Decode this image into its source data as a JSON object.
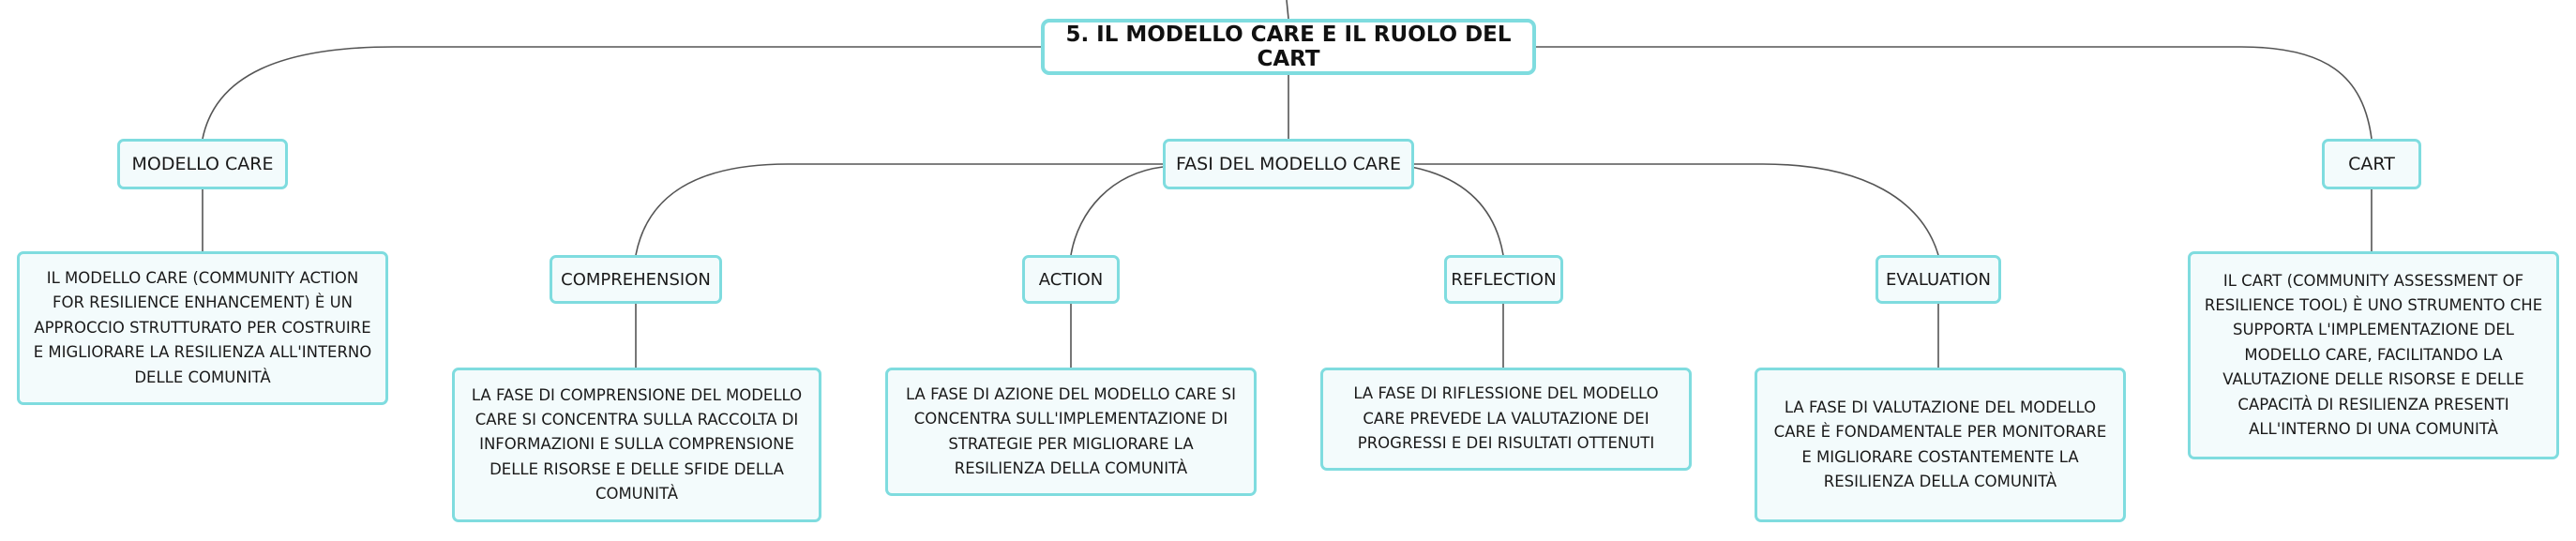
{
  "root": {
    "title": "5. IL MODELLO CARE E IL RUOLO DEL CART"
  },
  "topics": {
    "modello_care": "MODELLO CARE",
    "fasi": "FASI DEL MODELLO CARE",
    "cart": "CART"
  },
  "phases": {
    "comprehension": "COMPREHENSION",
    "action": "ACTION",
    "reflection": "REFLECTION",
    "evaluation": "EVALUATION"
  },
  "notes": {
    "modello_care": "IL MODELLO CARE (COMMUNITY ACTION FOR RESILIENCE ENHANCEMENT) È UN APPROCCIO STRUTTURATO PER COSTRUIRE E MIGLIORARE LA RESILIENZA ALL'INTERNO DELLE COMUNITÀ",
    "comprehension": "LA FASE DI COMPRENSIONE DEL MODELLO CARE SI CONCENTRA SULLA RACCOLTA DI INFORMAZIONI E SULLA COMPRENSIONE DELLE RISORSE E DELLE SFIDE DELLA COMUNITÀ",
    "action": "LA FASE DI AZIONE DEL MODELLO CARE SI CONCENTRA SULL'IMPLEMENTAZIONE DI STRATEGIE PER MIGLIORARE LA RESILIENZA DELLA COMUNITÀ",
    "reflection": "LA FASE DI RIFLESSIONE DEL MODELLO CARE PREVEDE LA VALUTAZIONE DEI PROGRESSI E DEI RISULTATI OTTENUTI",
    "evaluation": "LA FASE DI VALUTAZIONE DEL MODELLO CARE È FONDAMENTALE PER MONITORARE E MIGLIORARE COSTANTEMENTE LA RESILIENZA DELLA COMUNITÀ",
    "cart": "IL CART (COMMUNITY ASSESSMENT OF RESILIENCE TOOL) È UNO STRUMENTO CHE SUPPORTA L'IMPLEMENTAZIONE DEL MODELLO CARE, FACILITANDO LA VALUTAZIONE DELLE RISORSE E DELLE CAPACITÀ DI RESILIENZA PRESENTI ALL'INTERNO DI UNA COMUNITÀ"
  },
  "colors": {
    "node_border": "#7fdcdf",
    "node_fill": "#f3fbfc",
    "connector": "#555555"
  }
}
